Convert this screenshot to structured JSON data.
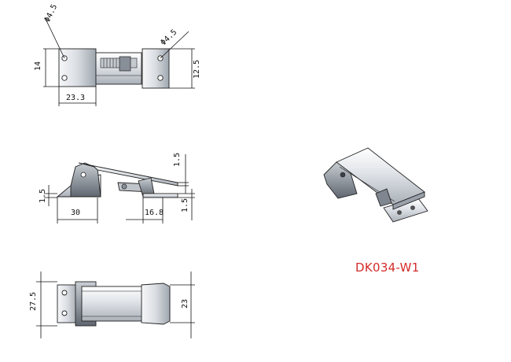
{
  "model_code": "DK034-W1",
  "colors": {
    "label": "#d52a2a",
    "line": "#111111",
    "metal_light": "#eef0f3",
    "metal_mid": "#b9bec6",
    "metal_dark": "#6b717b"
  },
  "top_view": {
    "hole_dia_left": "Φ4.5",
    "hole_dia_right": "Φ4.5",
    "height_left": "14",
    "height_right": "12.5",
    "base_length": "23.3"
  },
  "side_view": {
    "plate_thickness_left": "1.5",
    "plate_thickness_lever": "1.5",
    "plate_thickness_right": "1.5",
    "base_length": "30",
    "catch_length": "16.8"
  },
  "bottom_view": {
    "width_left": "27.5",
    "width_right": "23"
  }
}
